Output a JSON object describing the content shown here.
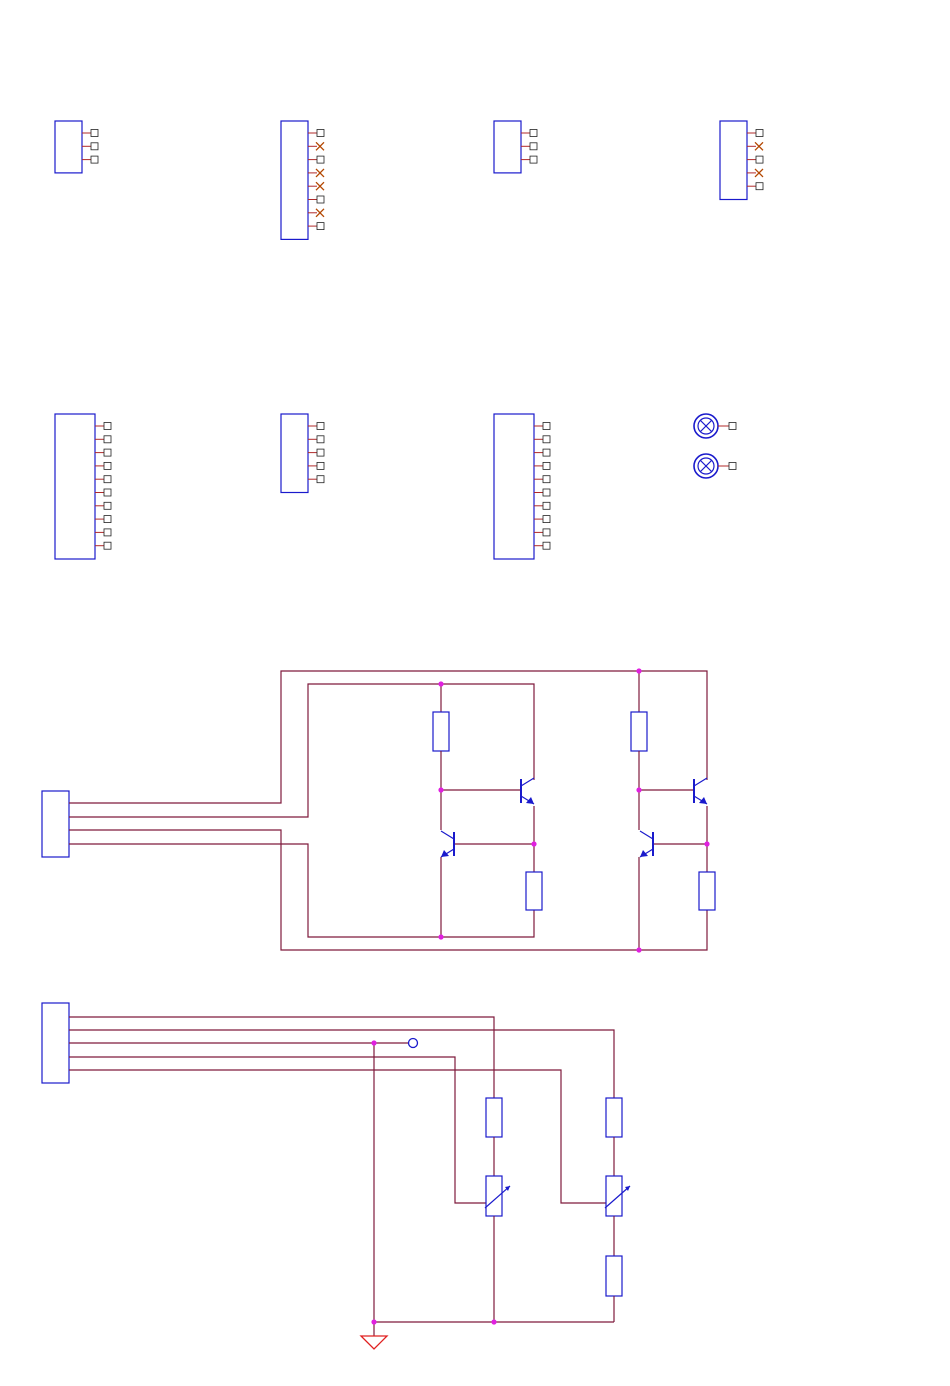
{
  "colors": {
    "wire": "#7f1a3c",
    "body": "#1a1acc",
    "pin": "#b02a2a",
    "junction": "#e020e0",
    "nc_mark": "#b34700",
    "ground": "#e02020",
    "background": "#ffffff"
  },
  "connectors_row1": [
    {
      "name": "connector-3pin-a",
      "pins": [
        "ok",
        "ok",
        "ok"
      ]
    },
    {
      "name": "connector-8pin",
      "pins": [
        "ok",
        "nc",
        "ok",
        "nc",
        "nc",
        "ok",
        "nc",
        "ok"
      ]
    },
    {
      "name": "connector-3pin-b",
      "pins": [
        "ok",
        "ok",
        "ok"
      ]
    },
    {
      "name": "connector-5pin",
      "pins": [
        "ok",
        "nc",
        "ok",
        "nc",
        "ok"
      ]
    }
  ],
  "connectors_row2": [
    {
      "name": "connector-10pin-a",
      "pins": 10
    },
    {
      "name": "connector-5pin-b",
      "pins": 5
    },
    {
      "name": "connector-10pin-b",
      "pins": 10
    }
  ],
  "mounting_holes": 2,
  "circuit_driver": {
    "connector_pins": 4,
    "transistors": 4,
    "resistors": 4
  },
  "circuit_sensor": {
    "connector_pins": 5,
    "resistors": 3,
    "potentiometers": 2,
    "test_points": 1,
    "grounds": 1
  }
}
